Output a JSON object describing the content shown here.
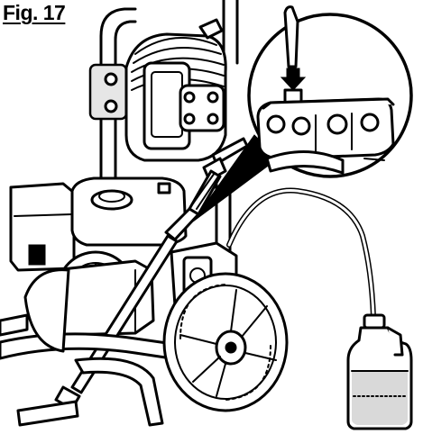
{
  "figure": {
    "label": "Fig. 17"
  },
  "colors": {
    "line": "#000000",
    "background": "#ffffff",
    "shade": "#e6e6e6",
    "oil_tint": "#d9d9d9"
  },
  "parts": [
    "pressure-washer",
    "hose-reel",
    "engine",
    "wand",
    "wheel",
    "pump",
    "oil-bottle",
    "drain-tube",
    "detail-callout"
  ]
}
